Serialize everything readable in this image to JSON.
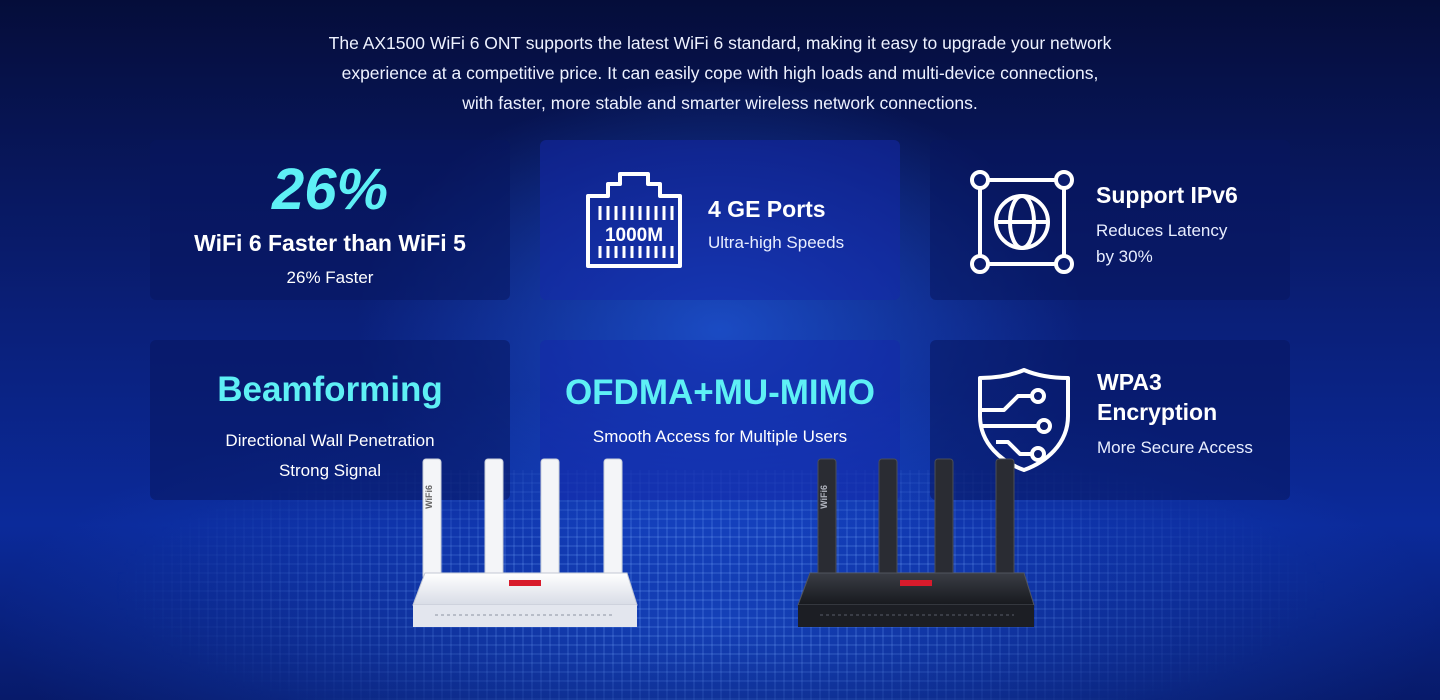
{
  "intro": {
    "line1": "The AX1500 WiFi 6 ONT supports the latest WiFi 6 standard, making it easy to upgrade your network",
    "line2": "experience at a competitive price. It can easily cope with high loads and multi-device connections,",
    "line3": "with faster, more stable and smarter wireless network connections."
  },
  "features": {
    "speed": {
      "big": "26%",
      "title": "WiFi 6 Faster than WiFi 5",
      "subtitle": "26% Faster",
      "icon": "none"
    },
    "ports": {
      "icon_label": "1000M",
      "icon": "ethernet-port-icon",
      "title": "4 GE Ports",
      "subtitle": "Ultra-high Speeds"
    },
    "ipv6": {
      "icon": "globe-network-icon",
      "title": "Support IPv6",
      "subtitle_line1": "Reduces Latency",
      "subtitle_line2": "by 30%"
    },
    "beamforming": {
      "title": "Beamforming",
      "line1": "Directional Wall Penetration",
      "line2": "Strong Signal"
    },
    "ofdma": {
      "title": "OFDMA+MU-MIMO",
      "subtitle": "Smooth Access for Multiple Users"
    },
    "wpa3": {
      "icon": "shield-circuit-icon",
      "title_line1": "WPA3",
      "title_line2": "Encryption",
      "subtitle": "More Secure Access"
    }
  },
  "routers": {
    "white_label": "WiFi6",
    "black_label": "WiFi6"
  },
  "colors": {
    "accent_cyan": "#5ef0f5",
    "background_dark": "#050d3a",
    "background_blue": "#0b2a9a"
  }
}
